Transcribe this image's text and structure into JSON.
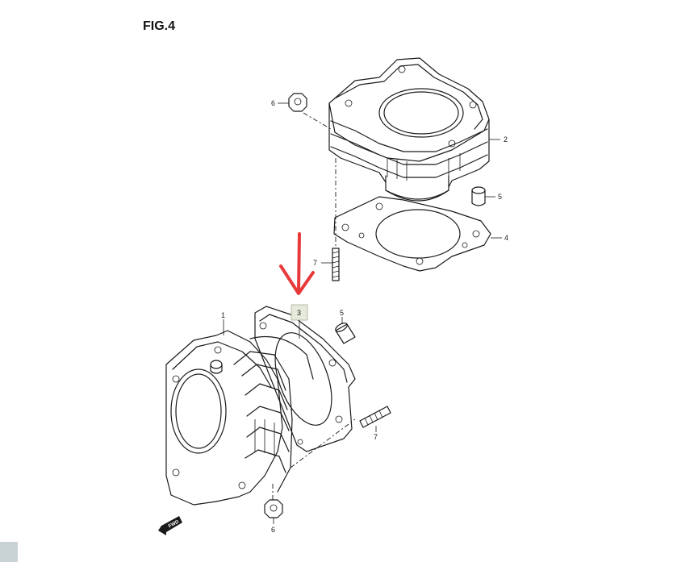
{
  "figure": {
    "title": "FIG.4",
    "fwd_label": "FWD"
  },
  "callouts": {
    "upper": [
      "6",
      "2",
      "5",
      "4",
      "7"
    ],
    "lower": [
      "1",
      "3",
      "5",
      "7",
      "6"
    ]
  },
  "annotation": {
    "arrow_color": "#e8393b",
    "highlighted_part": "3",
    "highlight_fill": "#e6eadb"
  }
}
